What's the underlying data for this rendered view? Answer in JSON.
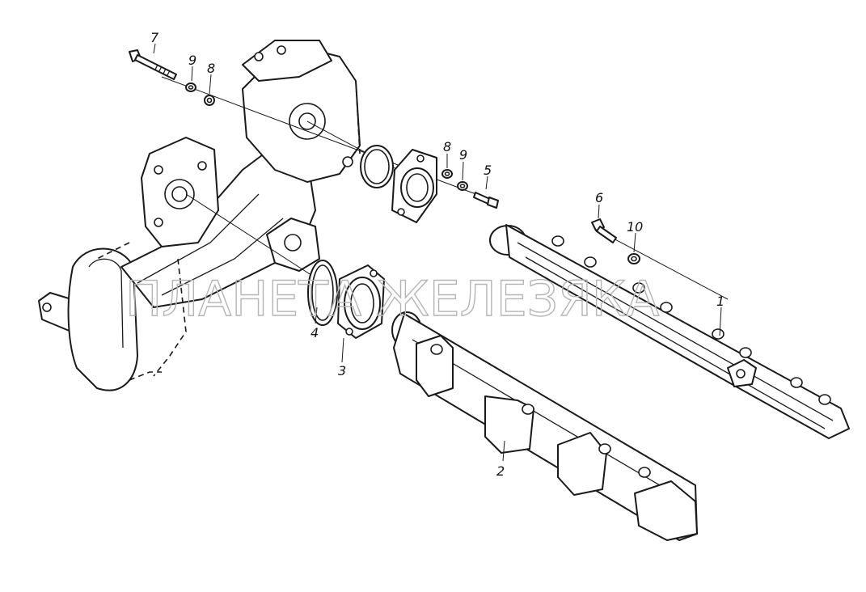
{
  "callouts": {
    "p1": "1",
    "p2": "2",
    "p3": "3",
    "p4": "4",
    "p5": "5",
    "p6": "6",
    "p7": "7",
    "p8_top": "8",
    "p8_right": "8",
    "p9_top": "9",
    "p9_right": "9",
    "p10": "10"
  },
  "watermark": "ПЛАНЕТА ЖЕЛЕЗЯКА",
  "colors": {
    "line": "#1a1a1a",
    "watermark": "#b5b5b5",
    "background": "#ffffff"
  }
}
